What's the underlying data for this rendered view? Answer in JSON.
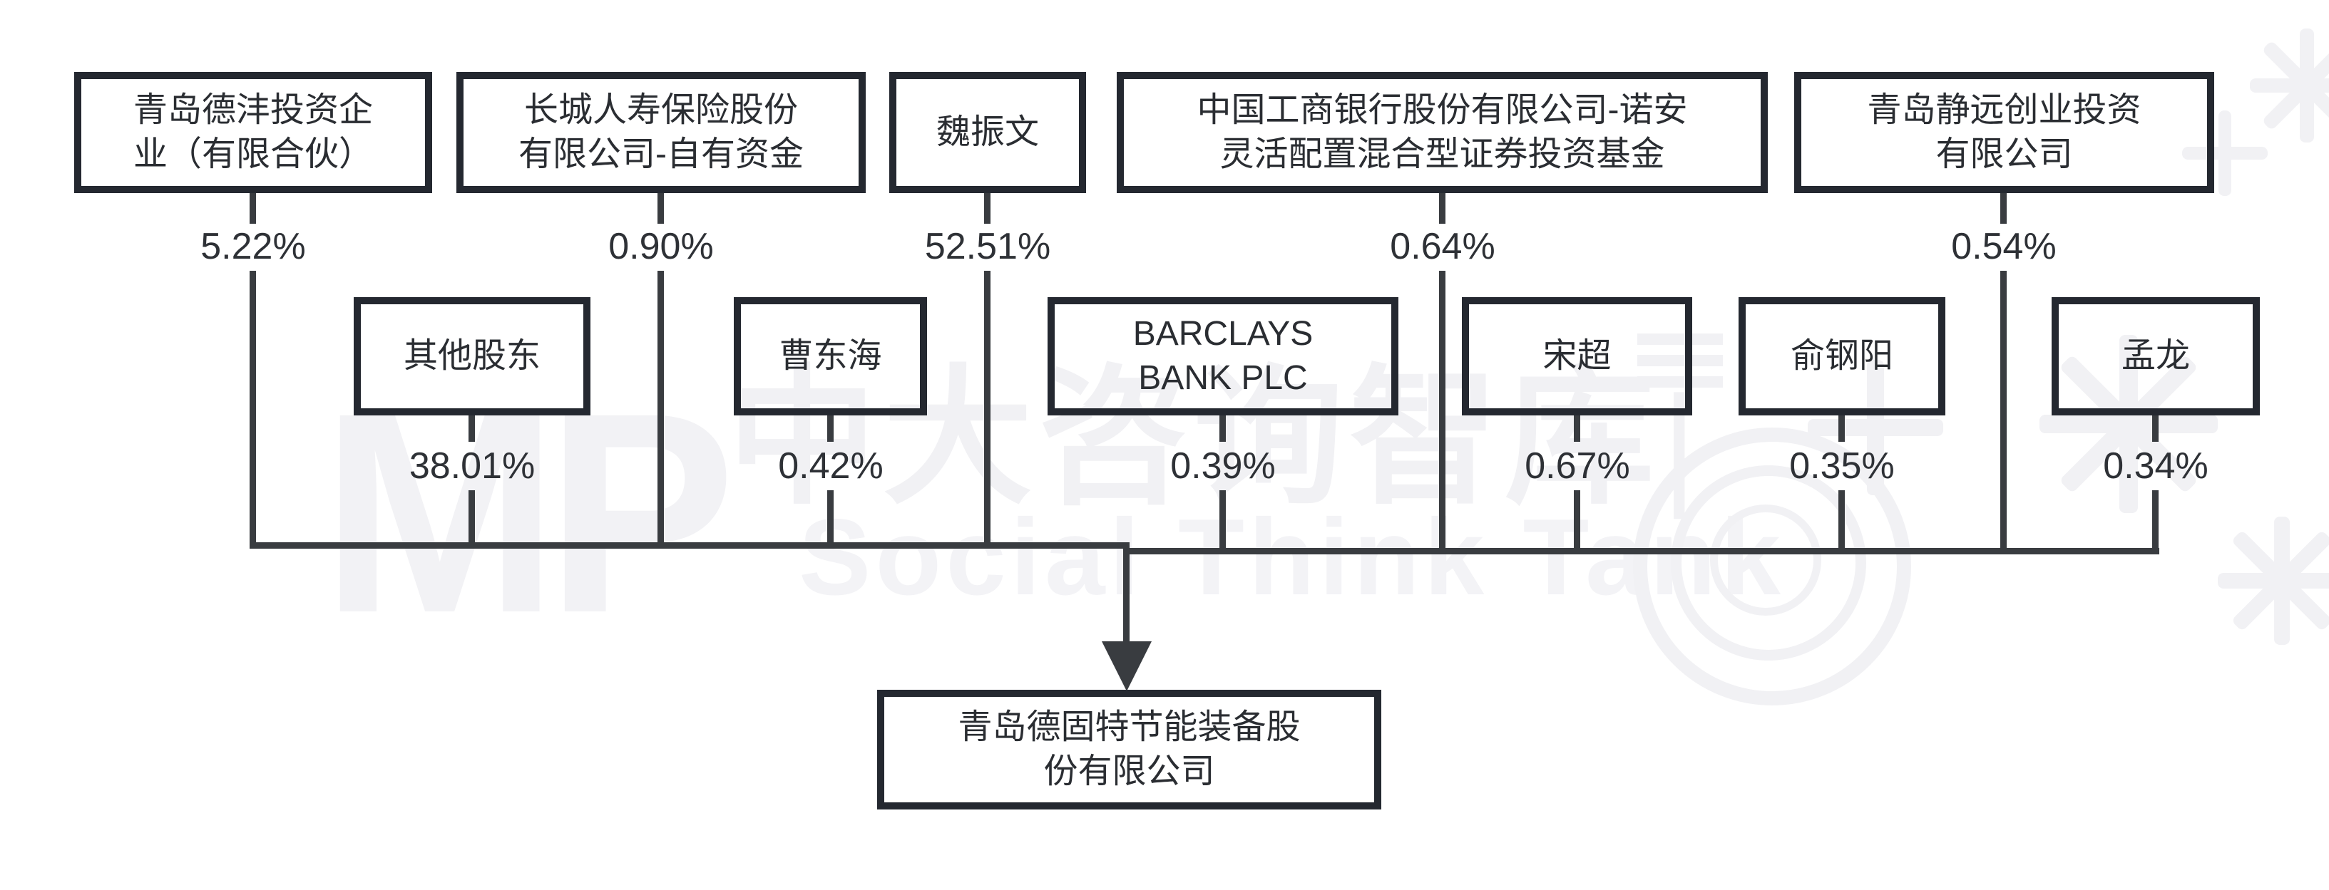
{
  "diagram": {
    "type": "ownership-structure",
    "target_company": {
      "name": "青岛德固特节能装备股份有限公司",
      "name_lines": [
        "青岛德固特节能装备股",
        "份有限公司"
      ]
    },
    "top_row": [
      {
        "name": "青岛德沣投资企业（有限合伙）",
        "name_lines": [
          "青岛德沣投资企",
          "业（有限合伙）"
        ],
        "pct": "5.22%"
      },
      {
        "name": "长城人寿保险股份有限公司-自有资金",
        "name_lines": [
          "长城人寿保险股份",
          "有限公司-自有资金"
        ],
        "pct": "0.90%"
      },
      {
        "name": "魏振文",
        "name_lines": [
          "魏振文"
        ],
        "pct": "52.51%"
      },
      {
        "name": "中国工商银行股份有限公司-诺安灵活配置混合型证券投资基金",
        "name_lines": [
          "中国工商银行股份有限公司-诺安",
          "灵活配置混合型证券投资基金"
        ],
        "pct": "0.64%"
      },
      {
        "name": "青岛静远创业投资有限公司",
        "name_lines": [
          "青岛静远创业投资",
          "有限公司"
        ],
        "pct": "0.54%"
      }
    ],
    "second_row": [
      {
        "name": "其他股东",
        "name_lines": [
          "其他股东"
        ],
        "pct": "38.01%"
      },
      {
        "name": "曹东海",
        "name_lines": [
          "曹东海"
        ],
        "pct": "0.42%"
      },
      {
        "name": "BARCLAYS BANK PLC",
        "name_lines": [
          "BARCLAYS",
          "BANK PLC"
        ],
        "pct": "0.39%"
      },
      {
        "name": "宋超",
        "name_lines": [
          "宋超"
        ],
        "pct": "0.67%"
      },
      {
        "name": "俞钢阳",
        "name_lines": [
          "俞钢阳"
        ],
        "pct": "0.35%"
      },
      {
        "name": "孟龙",
        "name_lines": [
          "孟龙"
        ],
        "pct": "0.34%"
      }
    ],
    "ownership": [
      {
        "shareholder": "魏振文",
        "percent": "52.51%"
      },
      {
        "shareholder": "其他股东",
        "percent": "38.01%"
      },
      {
        "shareholder": "青岛德沣投资企业（有限合伙）",
        "percent": "5.22%"
      },
      {
        "shareholder": "长城人寿保险股份有限公司-自有资金",
        "percent": "0.90%"
      },
      {
        "shareholder": "宋超",
        "percent": "0.67%"
      },
      {
        "shareholder": "中国工商银行股份有限公司-诺安灵活配置混合型证券投资基金",
        "percent": "0.64%"
      },
      {
        "shareholder": "青岛静远创业投资有限公司",
        "percent": "0.54%"
      },
      {
        "shareholder": "曹东海",
        "percent": "0.42%"
      },
      {
        "shareholder": "BARCLAYS BANK PLC",
        "percent": "0.39%"
      },
      {
        "shareholder": "俞钢阳",
        "percent": "0.35%"
      },
      {
        "shareholder": "孟龙",
        "percent": "0.34%"
      }
    ]
  },
  "watermark": {
    "monogram": "MP",
    "cn_text": "中大咨询智库",
    "divider": "|",
    "en_text": "Social Think Tank"
  }
}
